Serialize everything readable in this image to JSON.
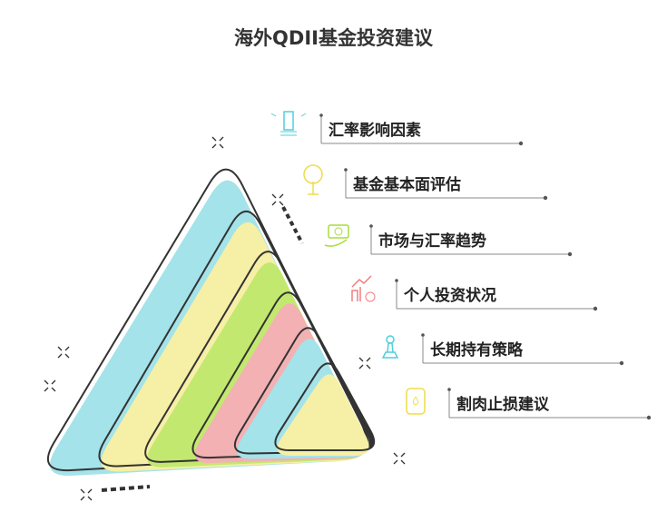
{
  "title": "海外QDII基金投资建议",
  "layers": [
    {
      "label": "汇率影响因素",
      "color": "#a3e3e9",
      "icon": "lighthouse-icon"
    },
    {
      "label": "基金基本面评估",
      "color": "#f6efa6",
      "icon": "money-tree-icon"
    },
    {
      "label": "市场与汇率趋势",
      "color": "#c3e86f",
      "icon": "cash-hand-icon"
    },
    {
      "label": "个人投资状况",
      "color": "#f3b1b3",
      "icon": "growth-chart-icon"
    },
    {
      "label": "长期持有策略",
      "color": "#a3e3e9",
      "icon": "chess-pawn-icon"
    },
    {
      "label": "割肉止损建议",
      "color": "#f6efa6",
      "icon": "jar-icon"
    }
  ]
}
